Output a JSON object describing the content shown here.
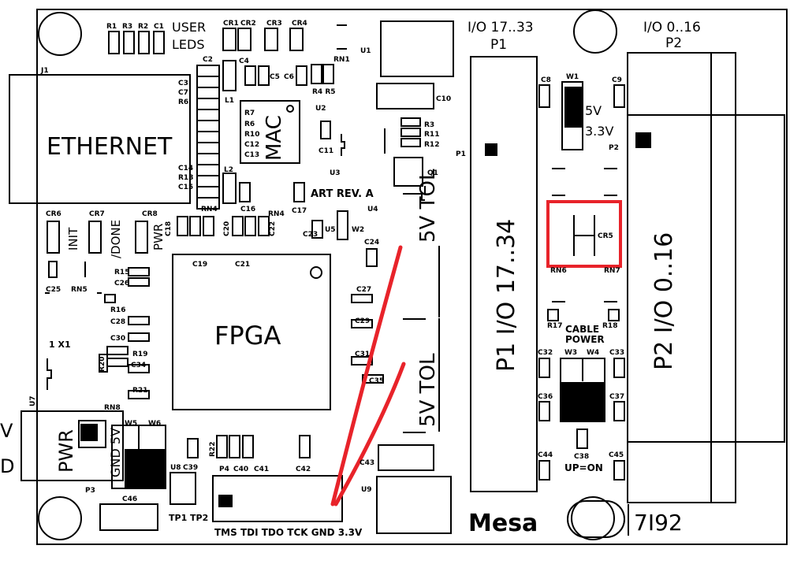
{
  "board": {
    "model": "7I92",
    "brand": "Mesa",
    "labels": {
      "user_leds": "USER",
      "user_leds2": "LEDS",
      "ethernet": "ETHERNET",
      "mac": "MAC",
      "fpga": "FPGA",
      "art_rev": "ART REV. A",
      "pwr": "PWR",
      "gnd5v": "GND 5V",
      "jtag": "TMS TDI TDO TCK GND 3.3V",
      "cable_power": "CABLE",
      "cable_power2": "POWER",
      "up_on": "UP=ON",
      "v5": "5V",
      "v33": "3.3V",
      "tol_a": "5V TOL",
      "tol_b": "5V TOL",
      "p1_vert": "P1 I/O 17..34",
      "p2_vert": "P2 I/O 0..16",
      "p1_head": "I/O 17..33",
      "p1_name": "P1",
      "p2_head": "I/O 0..16",
      "p2_name": "P2",
      "init": "INIT",
      "done": "/DONE",
      "pwr_led": "PWR",
      "edge_v": "V",
      "edge_d": "D",
      "x1": "1 X1",
      "tp": "TP1 TP2"
    },
    "refs": {
      "r1": "R1",
      "r3": "R3",
      "r2": "R2",
      "c1": "C1",
      "cr1": "CR1",
      "cr2": "CR2",
      "cr3": "CR3",
      "cr4": "CR4",
      "rn1": "RN1",
      "u1": "U1",
      "j1": "J1",
      "c2": "C2",
      "c3": "C3",
      "c7": "C7",
      "r6a": "R6",
      "c4": "C4",
      "c5": "C5",
      "c6": "C6",
      "r4r5": "R4 R5",
      "l1": "L1",
      "r7": "R7",
      "r6": "R6",
      "r10": "R10",
      "c12": "C12",
      "c13": "C13",
      "u2": "U2",
      "c11": "C11",
      "c10": "C10",
      "r3b": "R3",
      "r11": "R11",
      "r12": "R12",
      "q1": "Q1",
      "u3": "U3",
      "c14": "C14",
      "r13": "R13",
      "c15": "C15",
      "l2": "L2",
      "rn4": "RN4",
      "c16": "C16",
      "rn4b": "RN4",
      "c17": "C17",
      "u4": "U4",
      "c18": "C18",
      "c20": "C20",
      "c22": "C22",
      "c23": "C23",
      "u5": "U5",
      "w2": "W2",
      "c24": "C24",
      "cr6": "CR6",
      "cr7": "CR7",
      "cr8": "CR8",
      "c19": "C19",
      "c21": "C21",
      "r15": "R15",
      "c26": "C26",
      "c25": "C25",
      "rn5": "RN5",
      "r16": "R16",
      "c28": "C28",
      "c30": "C30",
      "r19": "R19",
      "c34": "C34",
      "r20": "R20",
      "r21": "R21",
      "rn8": "RN8",
      "u7": "U7",
      "c27": "C27",
      "c29": "C29",
      "c31": "C31",
      "c35": "C35",
      "u8": "U8",
      "c39": "C39",
      "r22": "R22",
      "p4": "P4",
      "c40": "C40",
      "c41": "C41",
      "c42": "C42",
      "c43": "C43",
      "u9": "U9",
      "p3": "P3",
      "c46": "C46",
      "w5": "W5",
      "w6": "W6",
      "p1": "P1",
      "p2": "P2",
      "c8": "C8",
      "w1": "W1",
      "c9": "C9",
      "cr5": "CR5",
      "rn6": "RN6",
      "rn7": "RN7",
      "r17": "R17",
      "r18": "R18",
      "c32": "C32",
      "w3": "W3",
      "w4": "W4",
      "c33": "C33",
      "c36": "C36",
      "c37": "C37",
      "c44": "C44",
      "c38": "C38",
      "c45": "C45"
    }
  },
  "colors": {
    "ink": "#000000",
    "highlight": "#e8232a",
    "paper": "#ffffff"
  }
}
